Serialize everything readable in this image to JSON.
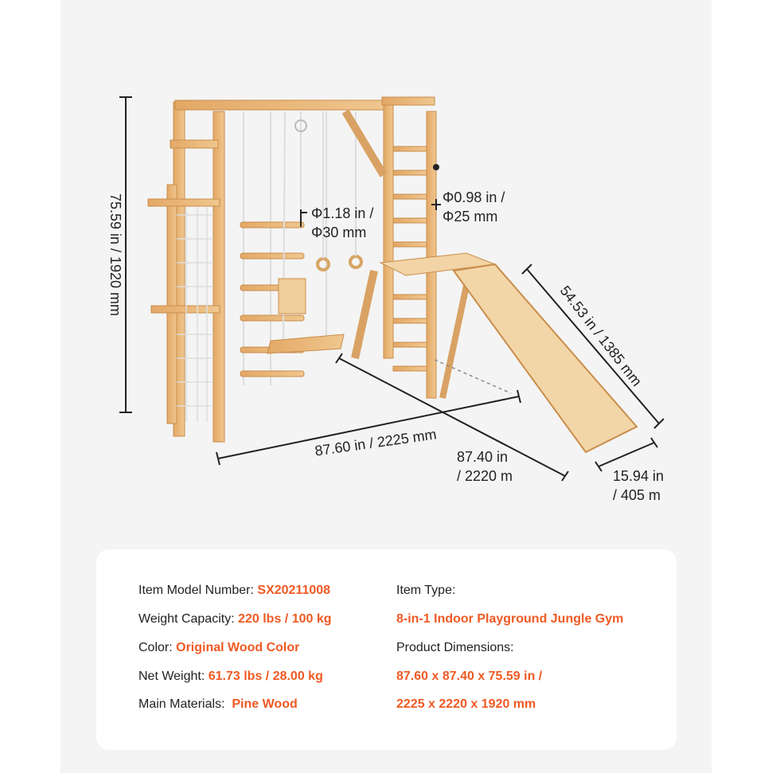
{
  "dimensions": {
    "height": "75.59 in / 1920 mm",
    "rung_diameter_left": "Φ1.18 in /\nΦ30 mm",
    "rung_diameter_right": "Φ0.98 in /\nΦ25 mm",
    "slide_length": "54.53 in / 1385 mm",
    "width": "87.60 in / 2225 mm",
    "depth": "87.40 in\n/ 2220 m",
    "slide_width": "15.94 in\n/ 405 m"
  },
  "specs": {
    "model": {
      "label": "Item Model Number: ",
      "value": "SX20211008"
    },
    "capacity": {
      "label": "Weight Capacity: ",
      "value": "220 lbs / 100 kg"
    },
    "color": {
      "label": "Color: ",
      "value": "Original Wood Color"
    },
    "net_weight": {
      "label": "Net Weight: ",
      "value": "61.73 lbs / 28.00 kg"
    },
    "materials": {
      "label": "Main Materials:  ",
      "value": "Pine Wood"
    },
    "item_type_label": "Item Type:",
    "item_type_value": "8-in-1 Indoor Playground Jungle Gym",
    "product_dims_label": "Product Dimensions:",
    "product_dims_line1": "87.60 x 87.40 x 75.59 in /",
    "product_dims_line2": "2225 x 2220 x 1920 mm"
  },
  "colors": {
    "accent": "#ef5a24",
    "wood": "#e8b87a",
    "wood_dark": "#c98d4a",
    "panel": "#f4f4f4"
  }
}
